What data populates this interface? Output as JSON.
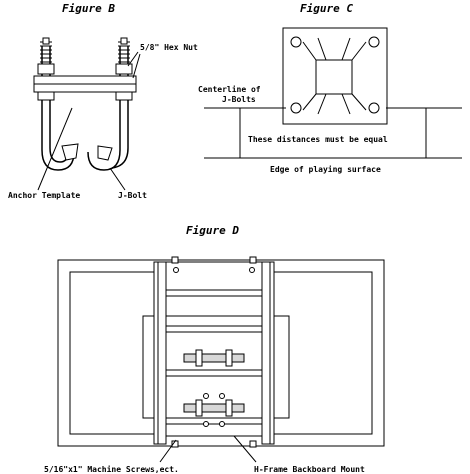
{
  "figure_b": {
    "title": "Figure B",
    "hex_nut_label": "5/8\" Hex Nut",
    "anchor_template_label": "Anchor Template",
    "j_bolt_label": "J-Bolt"
  },
  "figure_c": {
    "title": "Figure C",
    "centerline_label_1": "Centerline of",
    "centerline_label_2": "J-Bolts",
    "equal_label": "These distances must be equal",
    "edge_label": "Edge of playing surface"
  },
  "figure_d": {
    "title": "Figure D",
    "screws_label": "5/16\"x1\" Machine Screws,ect.",
    "mount_label": "H-Frame Backboard Mount"
  }
}
